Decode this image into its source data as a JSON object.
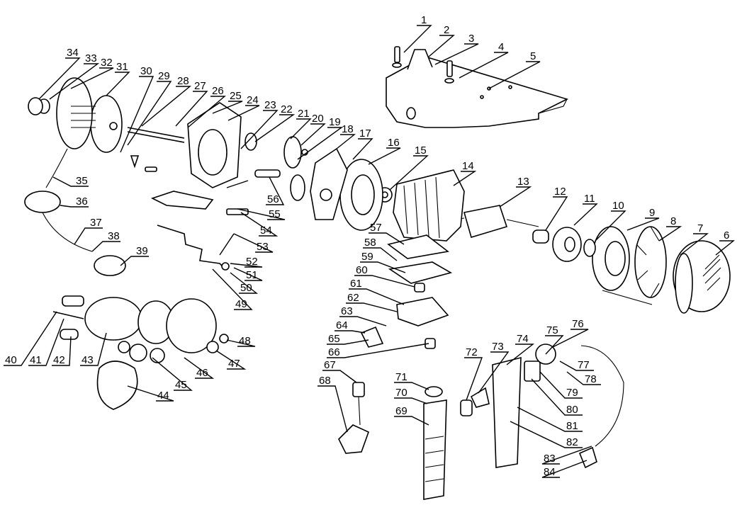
{
  "labels": {
    "p1": "1",
    "p2": "2",
    "p3": "3",
    "p4": "4",
    "p5": "5",
    "p6": "6",
    "p7": "7",
    "p8": "8",
    "p9": "9",
    "p10": "10",
    "p11": "11",
    "p12": "12",
    "p13": "13",
    "p14": "14",
    "p15": "15",
    "p16": "16",
    "p17": "17",
    "p18": "18",
    "p19": "19",
    "p20": "20",
    "p21": "21",
    "p22": "22",
    "p23": "23",
    "p24": "24",
    "p25": "25",
    "p26": "26",
    "p27": "27",
    "p28": "28",
    "p29": "29",
    "p30": "30",
    "p31": "31",
    "p32": "32",
    "p33": "33",
    "p34": "34",
    "p35": "35",
    "p36": "36",
    "p37": "37",
    "p38": "38",
    "p39": "39",
    "p40": "40",
    "p41": "41",
    "p42": "42",
    "p43": "43",
    "p44": "44",
    "p45": "45",
    "p46": "46",
    "p47": "47",
    "p48": "48",
    "p49": "49",
    "p50": "50",
    "p51": "51",
    "p52": "52",
    "p53": "53",
    "p54": "54",
    "p55": "55",
    "p56": "56",
    "p57": "57",
    "p58": "58",
    "p59": "59",
    "p60": "60",
    "p61": "61",
    "p62": "62",
    "p63": "63",
    "p64": "64",
    "p65": "65",
    "p66": "66",
    "p67": "67",
    "p68": "68",
    "p69": "69",
    "p70": "70",
    "p71": "71",
    "p72": "72",
    "p73": "73",
    "p74": "74",
    "p75": "75",
    "p76": "76",
    "p77": "77",
    "p78": "78",
    "p79": "79",
    "p80": "80",
    "p81": "81",
    "p82": "82",
    "p83": "83",
    "p84": "84"
  }
}
